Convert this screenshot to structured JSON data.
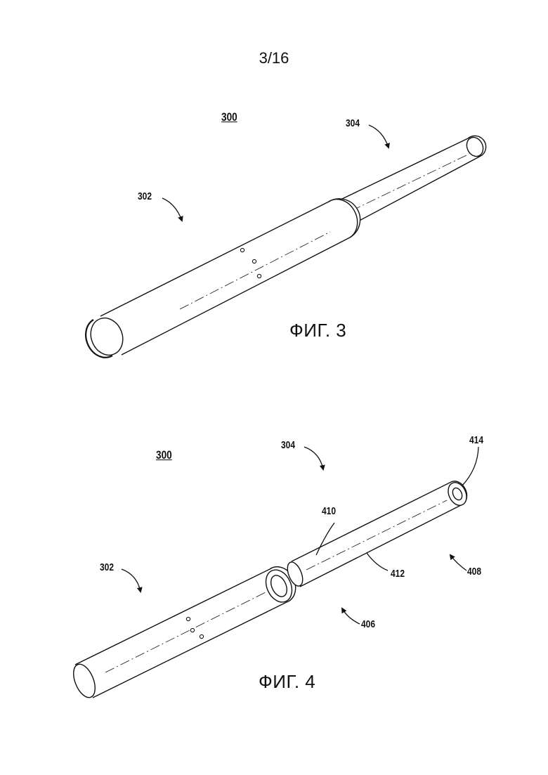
{
  "page_number": "3/16",
  "figure3": {
    "caption": "ФИГ. 3",
    "labels": {
      "device": "300",
      "first_part": "302",
      "second_part": "304"
    }
  },
  "figure4": {
    "caption": "ФИГ. 4",
    "labels": {
      "device": "300",
      "first_part": "302",
      "second_part": "304",
      "end_406": "406",
      "end_408": "408",
      "inner_410": "410",
      "outer_412": "412",
      "tip_414": "414"
    }
  }
}
